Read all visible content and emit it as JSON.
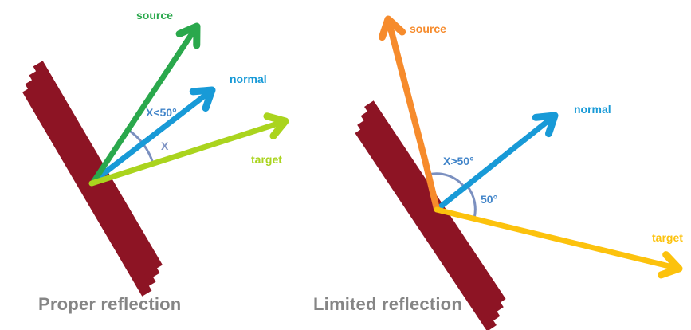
{
  "left_panel": {
    "title": "Proper reflection",
    "labels": {
      "source": "source",
      "normal": "normal",
      "target": "target",
      "angle_upper": "X<50°",
      "angle_lower": "X"
    }
  },
  "right_panel": {
    "title": "Limited reflection",
    "labels": {
      "source": "source",
      "normal": "normal",
      "target": "target",
      "angle_upper": "X>50°",
      "angle_lower": "50°"
    }
  },
  "colors": {
    "surface": "#8d1424",
    "left_source": "#2aa84c",
    "normal": "#189ad7",
    "left_target": "#aad41e",
    "right_source": "#f68b2c",
    "right_target": "#fcc20d",
    "angle_arc": "#7b90c0",
    "angle_label": "#4285c9",
    "angle_x_label": "#7d92c3",
    "title": "#858585"
  }
}
